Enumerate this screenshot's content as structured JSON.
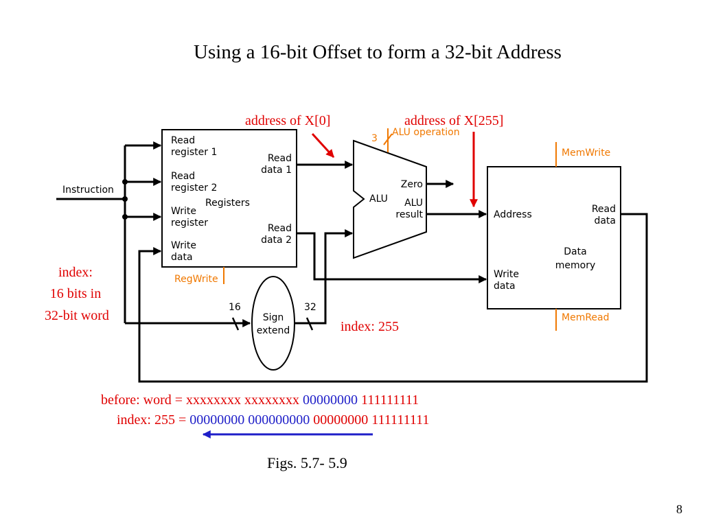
{
  "slide": {
    "title": "Using a 16-bit Offset to form a 32-bit Address",
    "page_number": "8",
    "figure_caption": "Figs. 5.7- 5.9"
  },
  "annotations": {
    "address_x0": "address of X[0]",
    "address_x255": "address of X[255]",
    "index_note": [
      "index:",
      "16 bits in",
      "32-bit word"
    ],
    "index_255": "index: 255"
  },
  "diagram": {
    "instruction": "Instruction",
    "registers": {
      "read_register_1": [
        "Read",
        "register 1"
      ],
      "read_register_2": [
        "Read",
        "register 2"
      ],
      "write_register": [
        "Write",
        "register"
      ],
      "write_data": [
        "Write",
        "data"
      ],
      "read_data_1": [
        "Read",
        "data 1"
      ],
      "read_data_2": [
        "Read",
        "data 2"
      ],
      "name": "Registers",
      "reg_write": "RegWrite"
    },
    "alu": {
      "name": "ALU",
      "zero": "Zero",
      "result": [
        "ALU",
        "result"
      ],
      "operation": "ALU operation",
      "op_bits": "3"
    },
    "sign_extend": {
      "label": [
        "Sign",
        "extend"
      ],
      "in_bits": "16",
      "out_bits": "32"
    },
    "data_memory": {
      "address": "Address",
      "read_data": [
        "Read",
        "data"
      ],
      "write_data": [
        "Write",
        "data"
      ],
      "name": [
        "Data",
        "memory"
      ],
      "mem_write": "MemWrite",
      "mem_read": "MemRead"
    }
  },
  "bit_example": {
    "before_prefix": "before: word = ",
    "before_upper": "xxxxxxxx  xxxxxxxx",
    "before_lower_first": " 00000000",
    "before_lower_second": " 111111111",
    "index_prefix": "index: 255 = ",
    "index_upper": "00000000 000000000",
    "index_lower": " 00000000 111111111"
  },
  "colors": {
    "annotation_red": "#e00000",
    "control_orange": "#f07800",
    "highlight_blue": "#1e1ec8"
  }
}
